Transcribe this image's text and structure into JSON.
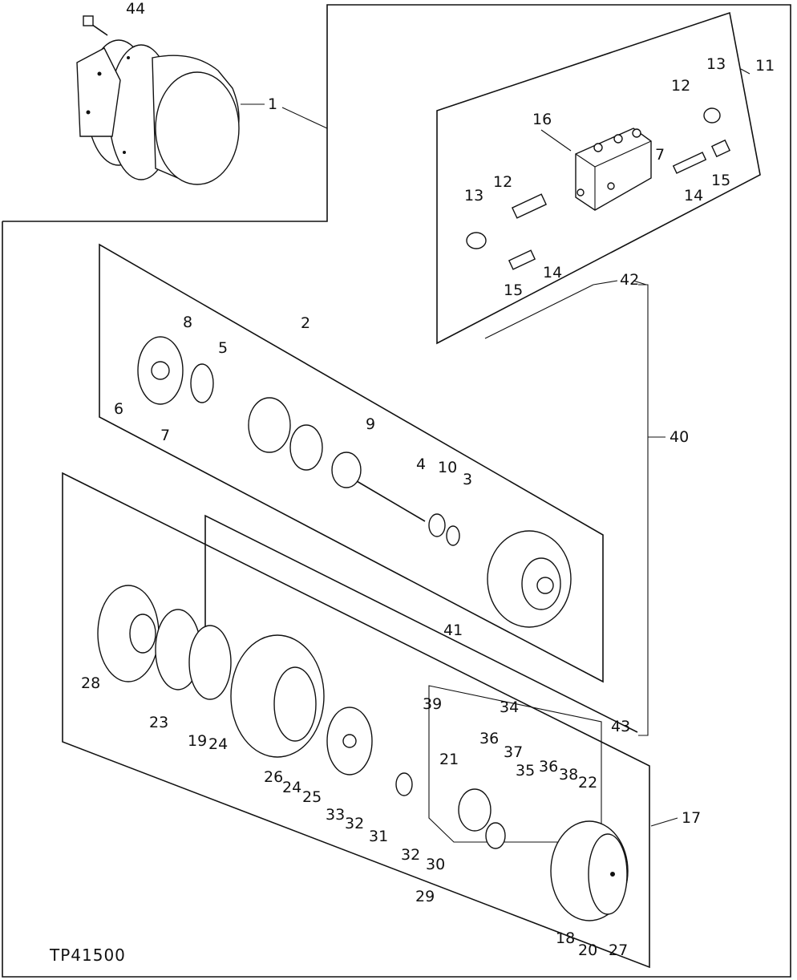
{
  "figure_code": "TP41500",
  "callouts": [
    "44",
    "1",
    "11",
    "12",
    "13",
    "16",
    "7",
    "12",
    "13",
    "14",
    "15",
    "15",
    "14",
    "42",
    "8",
    "2",
    "5",
    "6",
    "7",
    "9",
    "40",
    "4",
    "10",
    "3",
    "41",
    "28",
    "23",
    "19",
    "24",
    "39",
    "34",
    "21",
    "36",
    "37",
    "35",
    "36",
    "38",
    "22",
    "43",
    "26",
    "24",
    "25",
    "33",
    "32",
    "31",
    "32",
    "30",
    "17",
    "29",
    "18",
    "20",
    "27"
  ]
}
